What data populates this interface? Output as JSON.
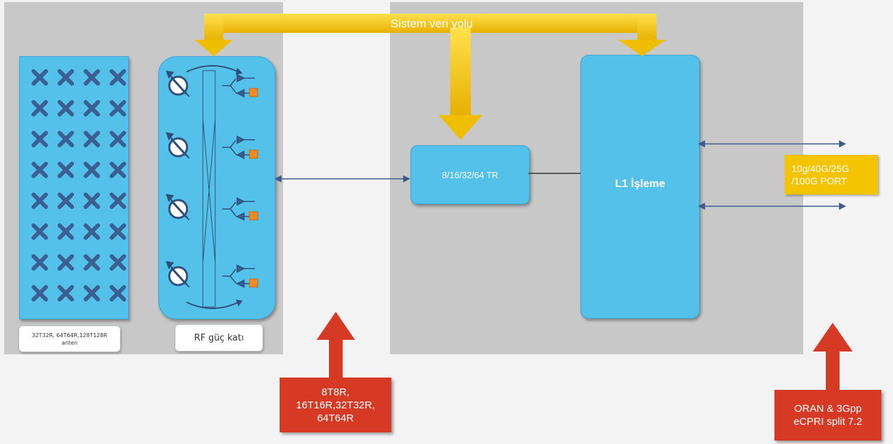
{
  "bus": {
    "label": "Sistem veri yolu"
  },
  "antenna": {
    "caption_line1": "32T32R, 64T64R,128T128R",
    "caption_line2": "anten",
    "element_icon": "x-mark-icon",
    "rows": 8,
    "cols": 4
  },
  "rf": {
    "caption": "RF güç katı",
    "channel_count": 4
  },
  "tr": {
    "label": "8/16/32/64 TR"
  },
  "l1": {
    "label": "L1 İşleme"
  },
  "port": {
    "line1": "10g/40G/25G",
    "line2": "/100G PORT"
  },
  "callouts": {
    "tr_options": {
      "lines": [
        "8T8R,",
        "16T16R,32T32R,",
        "64T64R"
      ]
    },
    "oran": {
      "lines": [
        "ORAN & 3Gpp",
        "eCPRI split 7.2"
      ]
    }
  },
  "colors": {
    "panel": "#c8c8c8",
    "block": "#54c1ea",
    "bus": "#f5c400",
    "callout": "#d63a24",
    "port": "#f5c400",
    "connector": "#3d5a8a"
  }
}
